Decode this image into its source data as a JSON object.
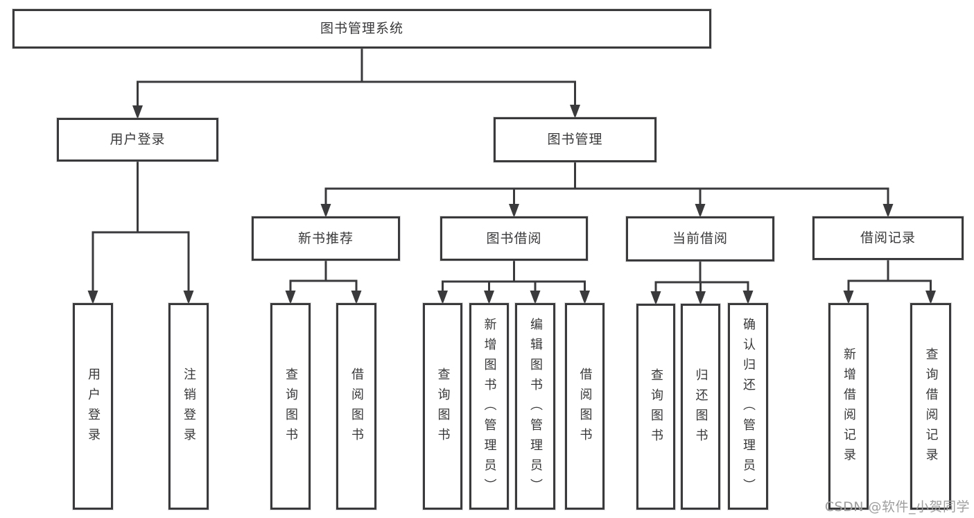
{
  "diagram": {
    "title": "图书管理系统",
    "nodes": [
      {
        "id": "root",
        "label": "图书管理系统",
        "parent": null,
        "orientation": "horizontal"
      },
      {
        "id": "user-login",
        "label": "用户登录",
        "parent": "root",
        "orientation": "horizontal"
      },
      {
        "id": "book-mgmt",
        "label": "图书管理",
        "parent": "root",
        "orientation": "horizontal"
      },
      {
        "id": "new-book-rec",
        "label": "新书推荐",
        "parent": "book-mgmt",
        "orientation": "horizontal"
      },
      {
        "id": "book-borrow",
        "label": "图书借阅",
        "parent": "book-mgmt",
        "orientation": "horizontal"
      },
      {
        "id": "current-borrow",
        "label": "当前借阅",
        "parent": "book-mgmt",
        "orientation": "horizontal"
      },
      {
        "id": "borrow-records",
        "label": "借阅记录",
        "parent": "book-mgmt",
        "orientation": "horizontal"
      },
      {
        "id": "leaf-user-login",
        "label": "用户登录",
        "parent": "user-login",
        "orientation": "vertical"
      },
      {
        "id": "leaf-logout",
        "label": "注销登录",
        "parent": "user-login",
        "orientation": "vertical"
      },
      {
        "id": "leaf-nb-query",
        "label": "查询图书",
        "parent": "new-book-rec",
        "orientation": "vertical"
      },
      {
        "id": "leaf-nb-borrow",
        "label": "借阅图书",
        "parent": "new-book-rec",
        "orientation": "vertical"
      },
      {
        "id": "leaf-bb-query",
        "label": "查询图书",
        "parent": "book-borrow",
        "orientation": "vertical"
      },
      {
        "id": "leaf-bb-add",
        "label": "新增图书（管理员）",
        "parent": "book-borrow",
        "orientation": "vertical"
      },
      {
        "id": "leaf-bb-edit",
        "label": "编辑图书（管理员）",
        "parent": "book-borrow",
        "orientation": "vertical"
      },
      {
        "id": "leaf-bb-borrow",
        "label": "借阅图书",
        "parent": "book-borrow",
        "orientation": "vertical"
      },
      {
        "id": "leaf-cb-query",
        "label": "查询图书",
        "parent": "current-borrow",
        "orientation": "vertical"
      },
      {
        "id": "leaf-cb-return",
        "label": "归还图书",
        "parent": "current-borrow",
        "orientation": "vertical"
      },
      {
        "id": "leaf-cb-confirm",
        "label": "确认归还（管理员）",
        "parent": "current-borrow",
        "orientation": "vertical"
      },
      {
        "id": "leaf-br-add",
        "label": "新增借阅记录",
        "parent": "borrow-records",
        "orientation": "vertical"
      },
      {
        "id": "leaf-br-query",
        "label": "查询借阅记录",
        "parent": "borrow-records",
        "orientation": "vertical"
      }
    ]
  },
  "watermark": {
    "text": "CSDN @软件_小贺同学"
  },
  "colors": {
    "line": "#3a3a3c",
    "node_border": "#3a3a3c",
    "text": "#38383a",
    "watermark": "#9e9e9e",
    "background": "#ffffff"
  }
}
